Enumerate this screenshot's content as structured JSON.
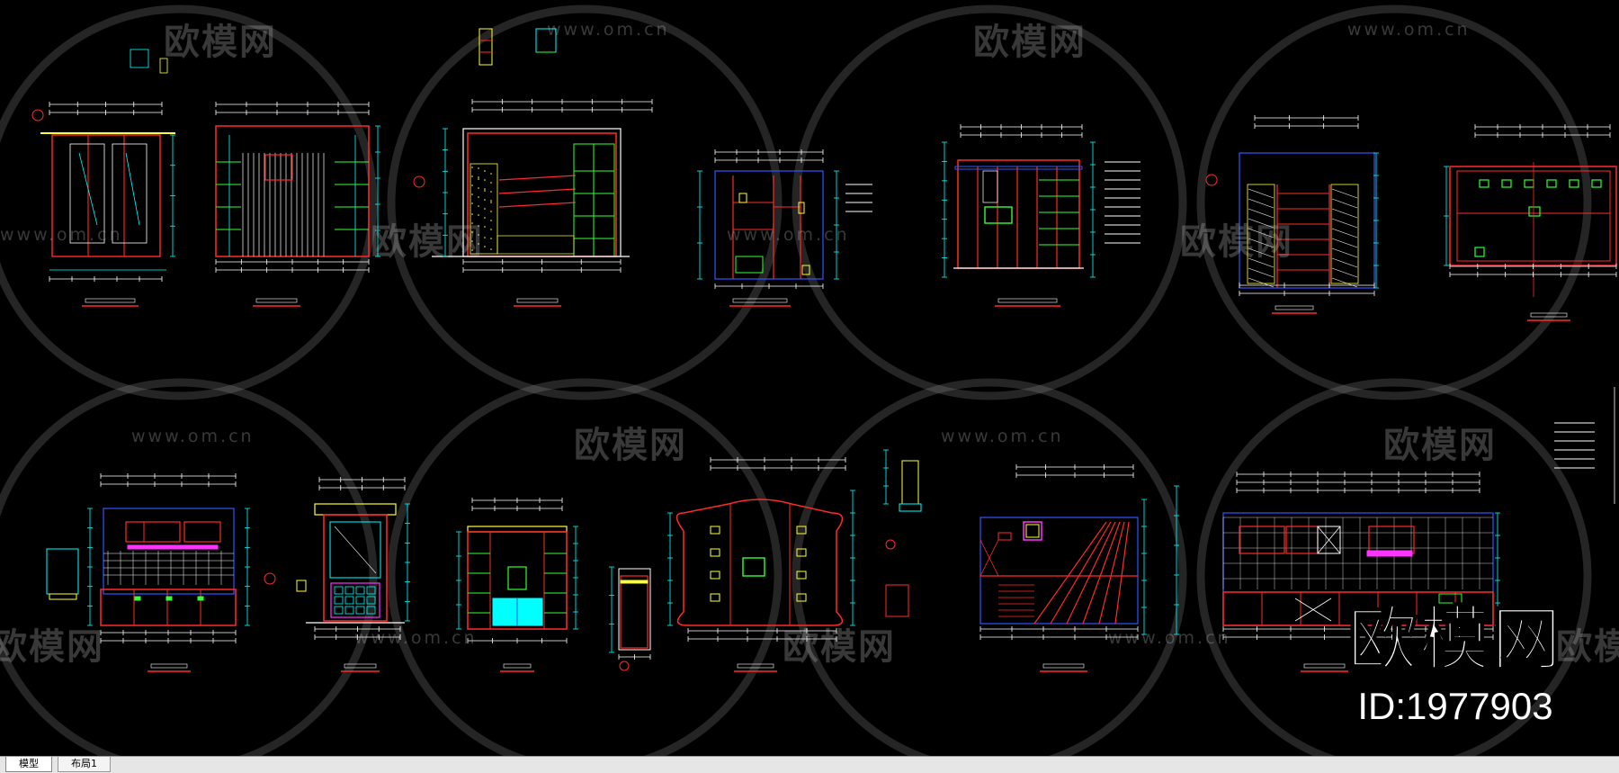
{
  "watermark": {
    "brand": "欧模网",
    "url": "www.om.cn"
  },
  "brand_overlay": {
    "logo_text": "欧模网",
    "id_text": "ID:1977903"
  },
  "tabs": [
    {
      "label": "模型",
      "active": true
    },
    {
      "label": "布局1",
      "active": false
    }
  ],
  "colors": {
    "background": "#000000",
    "red": "#ff2a2a",
    "cyan": "#00ffff",
    "green": "#33ff33",
    "yellow": "#ffff33",
    "blue": "#3355ff",
    "magenta": "#ff33ff",
    "white": "#ffffff"
  }
}
